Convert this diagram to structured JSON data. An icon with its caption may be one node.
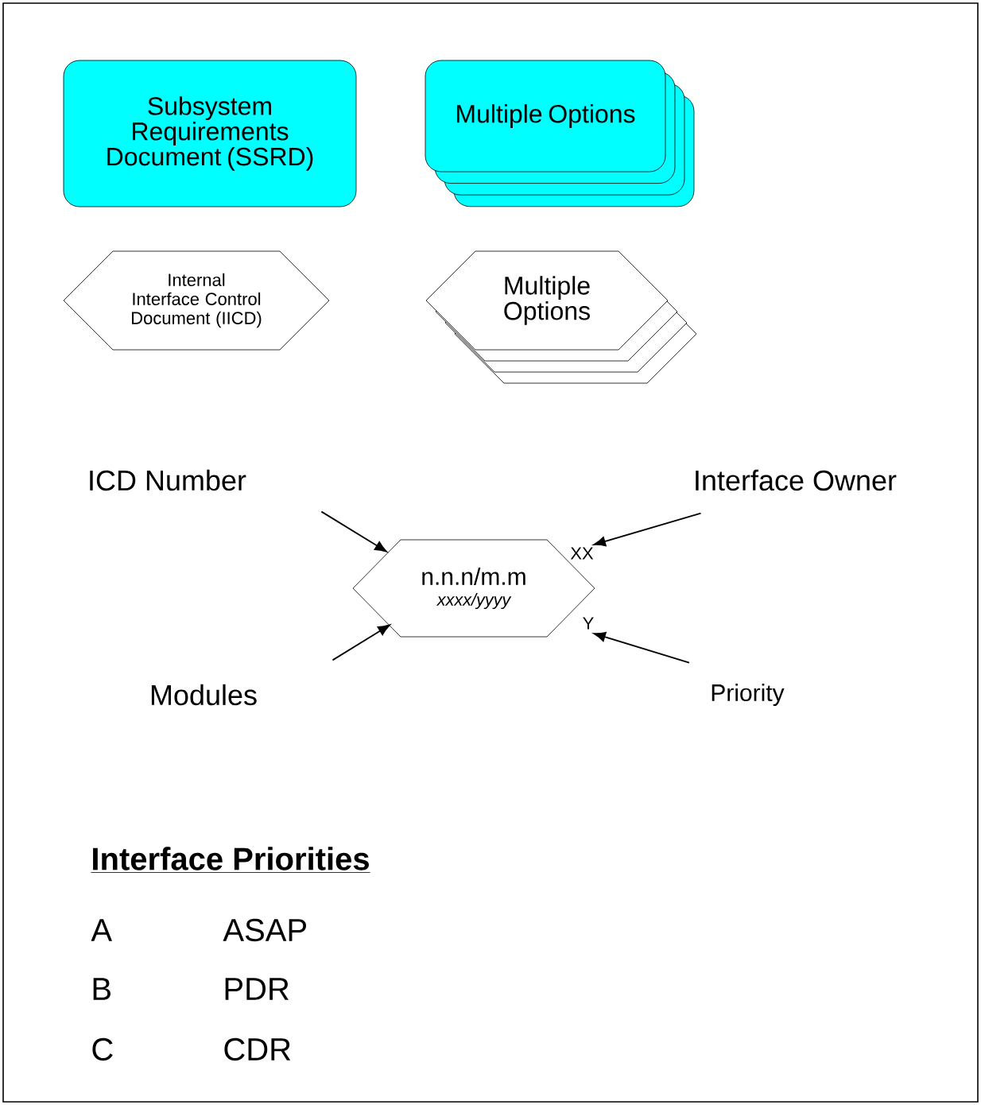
{
  "diagram": {
    "nodes": [
      {
        "text": [
          "Subsystem Requirements Document (SSRD)"
        ]
      },
      {
        "text": [
          "Multiple Options"
        ]
      },
      {
        "text": [
          "Internal Interface Control Document (IICD)"
        ]
      },
      {
        "text": [
          "Multiple Options"
        ]
      },
      {
        "text": [
          "n.n.n/m.m",
          "xxxx/yyyy"
        ]
      },
      {
        "text": [
          "ICD Number"
        ]
      },
      {
        "text": [
          "Interface Owner"
        ]
      },
      {
        "text": [
          "Modules"
        ]
      },
      {
        "text": [
          "Priority"
        ]
      },
      {
        "text": [
          "XX"
        ]
      },
      {
        "text": [
          "Y"
        ]
      }
    ],
    "edges": [
      {
        "from": 5,
        "to": 4,
        "arrow": "to"
      },
      {
        "from": 6,
        "to": 9,
        "arrow": "to"
      },
      {
        "from": 7,
        "to": 4,
        "arrow": "to"
      },
      {
        "from": 8,
        "to": 10,
        "arrow": "to"
      }
    ],
    "labels": [
      "Interface Priorities",
      "A",
      "ASAP",
      "B",
      "PDR",
      "C",
      "CDR"
    ]
  }
}
